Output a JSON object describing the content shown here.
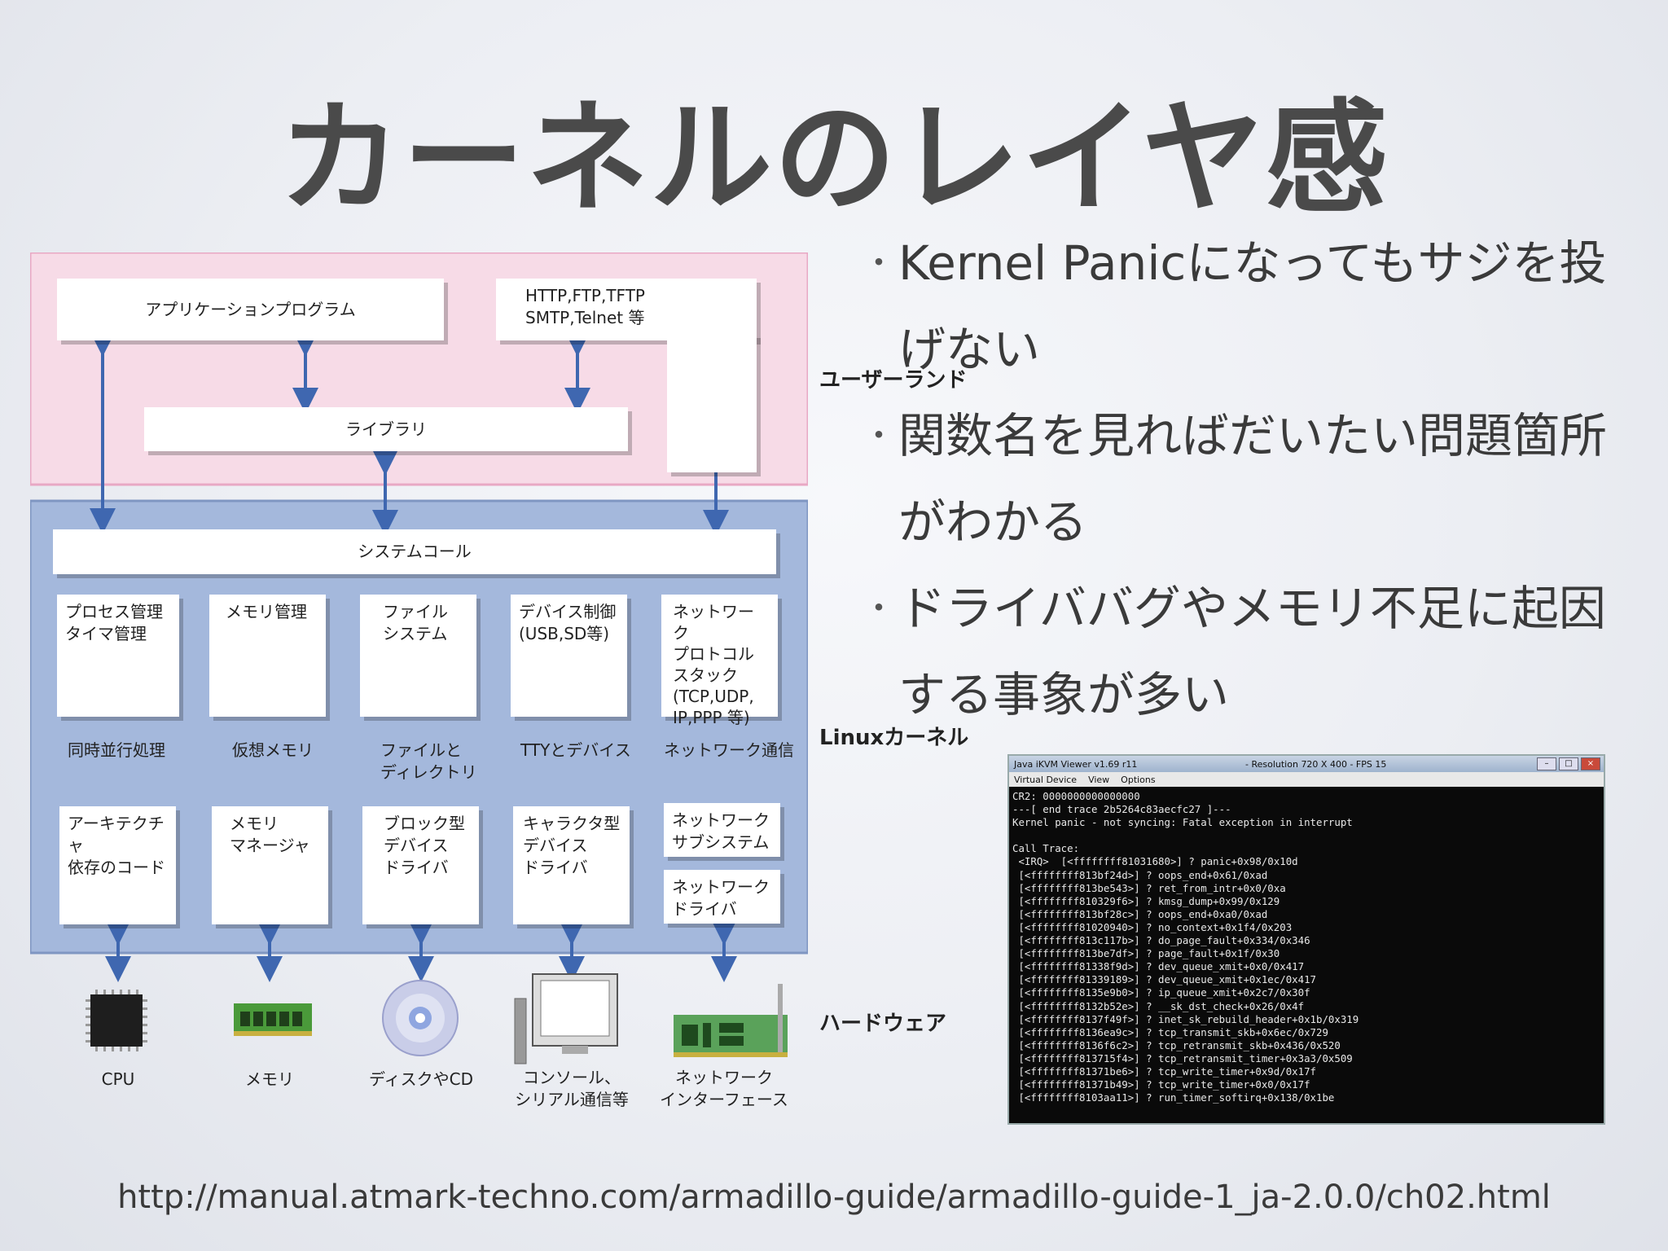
{
  "title": "カーネルのレイヤ感",
  "bullets": [
    "Kernel Panicになってもサジを投げない",
    "関数名を見ればだいたい問題箇所がわかる",
    "ドライババグやメモリ不足に起因する事象が多い"
  ],
  "diagram": {
    "layers": {
      "userland": "ユーザーランド",
      "kernel": "Linuxカーネル",
      "hardware": "ハードウェア"
    },
    "userland": {
      "app": "アプリケーションプログラム",
      "protocols": "HTTP,FTP,TFTP\nSMTP,Telnet 等",
      "library": "ライブラリ"
    },
    "kernel": {
      "syscall": "システムコール",
      "subsystems": [
        "プロセス管理\nタイマ管理",
        "メモリ管理",
        "ファイル\nシステム",
        "デバイス制御\n(USB,SD等)",
        "ネットワーク\nプロトコル\nスタック\n(TCP,UDP,\nIP,PPP 等)"
      ],
      "features": [
        "同時並行処理",
        "仮想メモリ",
        "ファイルと\nディレクトリ",
        "TTYとデバイス",
        "ネットワーク通信"
      ],
      "lower": [
        "アーキテクチャ\n依存のコード",
        "メモリ\nマネージャ",
        "ブロック型\nデバイス\nドライバ",
        "キャラクタ型\nデバイス\nドライバ",
        "ネットワーク\nサブシステム",
        "ネットワーク\nドライバ"
      ]
    },
    "hardware": [
      {
        "label": "CPU",
        "icon": "cpu-chip-icon"
      },
      {
        "label": "メモリ",
        "icon": "memory-module-icon"
      },
      {
        "label": "ディスクやCD",
        "icon": "disc-icon"
      },
      {
        "label": "コンソール、\nシリアル通信等",
        "icon": "monitor-icon"
      },
      {
        "label": "ネットワーク\nインターフェース",
        "icon": "network-card-icon"
      }
    ],
    "colors": {
      "userland_bg": "#f7dbe7",
      "userland_border": "#e8a8c4",
      "kernel_bg": "#9fb4d9",
      "kernel_border": "#7f96c2",
      "arrow": "#3f67b0"
    }
  },
  "terminal": {
    "window_title": "Java iKVM Viewer v1.69 r11",
    "resolution": "- Resolution 720 X 400 - FPS 15",
    "menu": [
      "Virtual Device",
      "View",
      "Options"
    ],
    "lines": [
      "CR2: 0000000000000000",
      "---[ end trace 2b5264c83aecfc27 ]---",
      "Kernel panic - not syncing: Fatal exception in interrupt",
      "",
      "Call Trace:",
      " <IRQ>  [<ffffffff81031680>] ? panic+0x98/0x10d",
      " [<ffffffff813bf24d>] ? oops_end+0x61/0xad",
      " [<ffffffff813be543>] ? ret_from_intr+0x0/0xa",
      " [<ffffffff810329f6>] ? kmsg_dump+0x99/0x129",
      " [<ffffffff813bf28c>] ? oops_end+0xa0/0xad",
      " [<ffffffff81020940>] ? no_context+0x1f4/0x203",
      " [<ffffffff813c117b>] ? do_page_fault+0x334/0x346",
      " [<ffffffff813be7df>] ? page_fault+0x1f/0x30",
      " [<ffffffff81338f9d>] ? dev_queue_xmit+0x0/0x417",
      " [<ffffffff81339189>] ? dev_queue_xmit+0x1ec/0x417",
      " [<ffffffff8135e9b0>] ? ip_queue_xmit+0x2c7/0x30f",
      " [<ffffffff8132b52e>] ? __sk_dst_check+0x26/0x4f",
      " [<ffffffff8137f49f>] ? inet_sk_rebuild_header+0x1b/0x319",
      " [<ffffffff8136ea9c>] ? tcp_transmit_skb+0x6ec/0x729",
      " [<ffffffff8136f6c2>] ? tcp_retransmit_skb+0x436/0x520",
      " [<ffffffff813715f4>] ? tcp_retransmit_timer+0x3a3/0x509",
      " [<ffffffff81371be6>] ? tcp_write_timer+0x9d/0x17f",
      " [<ffffffff81371b49>] ? tcp_write_timer+0x0/0x17f",
      " [<ffffffff8103aa11>] ? run_timer_softirq+0x138/0x1be"
    ]
  },
  "source_url": "http://manual.atmark-techno.com/armadillo-guide/armadillo-guide-1_ja-2.0.0/ch02.html"
}
